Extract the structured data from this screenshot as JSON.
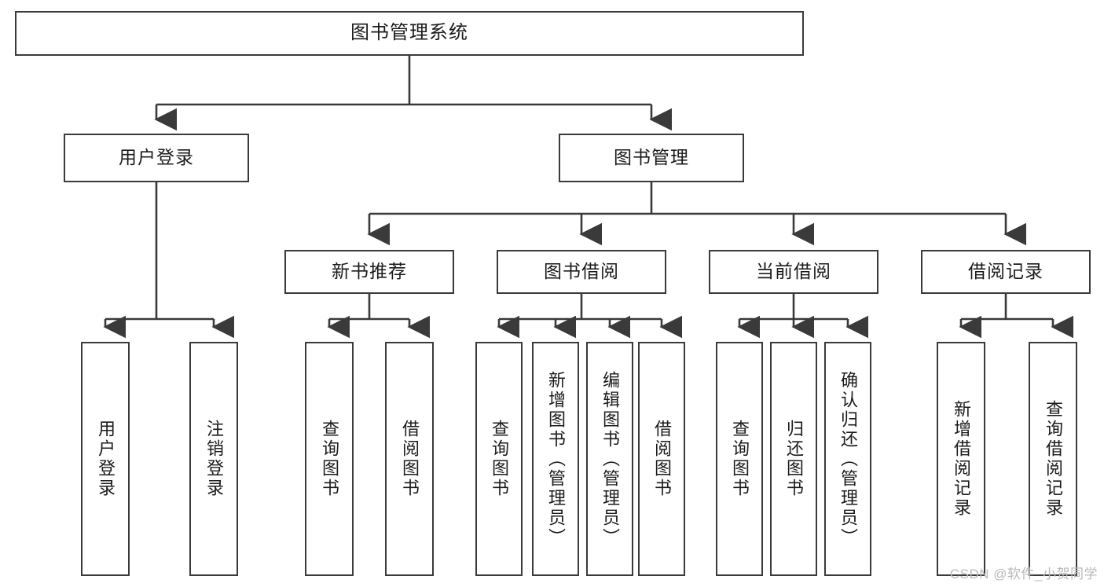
{
  "diagram": {
    "type": "tree-hierarchy-chart",
    "title": "图书管理系统",
    "root": {
      "id": "root",
      "label": "图书管理系统"
    },
    "level2": [
      {
        "id": "user-login",
        "label": "用户登录"
      },
      {
        "id": "book-manage",
        "label": "图书管理"
      }
    ],
    "level3": [
      {
        "id": "new-book-rec",
        "label": "新书推荐"
      },
      {
        "id": "book-borrow",
        "label": "图书借阅"
      },
      {
        "id": "current-borrow",
        "label": "当前借阅"
      },
      {
        "id": "borrow-record",
        "label": "借阅记录"
      }
    ],
    "leaves": {
      "user_login": [
        {
          "id": "leaf-user-login",
          "label": "用户登录"
        },
        {
          "id": "leaf-logout-login",
          "label": "注销登录"
        }
      ],
      "new_book_rec": [
        {
          "id": "leaf-query-book-1",
          "label": "查询图书"
        },
        {
          "id": "leaf-borrow-book-1",
          "label": "借阅图书"
        }
      ],
      "book_borrow": [
        {
          "id": "leaf-query-book-2",
          "label": "查询图书"
        },
        {
          "id": "leaf-add-book",
          "label": "新增图书（管理员）"
        },
        {
          "id": "leaf-edit-book",
          "label": "编辑图书（管理员）"
        },
        {
          "id": "leaf-borrow-book-2",
          "label": "借阅图书"
        }
      ],
      "current_borrow": [
        {
          "id": "leaf-query-book-3",
          "label": "查询图书"
        },
        {
          "id": "leaf-return-book",
          "label": "归还图书"
        },
        {
          "id": "leaf-confirm-return",
          "label": "确认归还（管理员）"
        }
      ],
      "borrow_record": [
        {
          "id": "leaf-add-record",
          "label": "新增借阅记录"
        },
        {
          "id": "leaf-query-record",
          "label": "查询借阅记录"
        }
      ]
    },
    "colors": {
      "box_border": "#3a3a3a",
      "connector": "#3a3a3a",
      "background": "#ffffff",
      "text": "#1b1b1b",
      "watermark": "#b9b9b9"
    }
  },
  "watermark": {
    "text": "CSDN @软件_小贺同学"
  }
}
